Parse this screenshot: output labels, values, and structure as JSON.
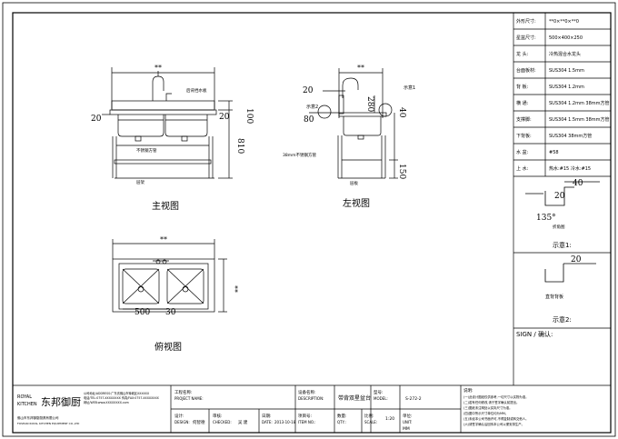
{
  "views": {
    "front": {
      "title": "主视图",
      "dim_width": "**",
      "dim_left": "20",
      "dim_right_20": "20",
      "dim_right_100": "100",
      "dim_height": "810",
      "label_backsplash": "后背挡水板",
      "label_pipe": "不锈钢方管",
      "label_undershelf": "层架"
    },
    "side": {
      "title": "左视图",
      "dim_width": "**",
      "dim_20": "20",
      "dim_80": "80",
      "dim_280": "280",
      "dim_40": "40",
      "dim_150": "150",
      "label_pipe": "38mm不锈钢方管",
      "label_shelf": "层板",
      "label_detail1": "示意1",
      "label_detail2": "示意2"
    },
    "top": {
      "title": "俯视图",
      "dim_width": "**",
      "dim_depth": "**",
      "dim_500": "500",
      "dim_30": "30"
    }
  },
  "specs": {
    "rows": [
      {
        "label": "外形尺寸:",
        "value": "**0×**0×**0"
      },
      {
        "label": "星盆尺寸:",
        "value": "500×400×250"
      },
      {
        "label": "龙  头:",
        "value": "冷热混合水龙头"
      },
      {
        "label": "台面板材:",
        "value": "SUS304 1.5mm"
      },
      {
        "label": "背  板:",
        "value": "SUS304 1.2mm"
      },
      {
        "label": "横  通:",
        "value": "SUS304 1.2mm 38mm方管"
      },
      {
        "label": "支撑脚:",
        "value": "SUS304 1.5mm 38mm方管"
      },
      {
        "label": "下背板:",
        "value": "SUS304 38mm方管"
      },
      {
        "label": "水  盆:",
        "value": "#58"
      },
      {
        "label": "上  水:",
        "value": "热水:#15  冷水:#15"
      }
    ]
  },
  "details": {
    "d1_40": "40",
    "d1_20": "20",
    "d1_angle": "135°",
    "d1_note": "折角图",
    "d1_caption": "示意1:",
    "d2_20": "20",
    "d2_note": "直背背板",
    "d2_caption": "示意2:",
    "sign_label": "SIGN / 确认:"
  },
  "title_block": {
    "logo_en_1": "ROYAL",
    "logo_en_2": "KITCHEN",
    "logo_cn": "东邦御厨",
    "company_lines": [
      "公司地址/ADDRESS:广东省佛山市禅城区XXXXXX",
      "电话/TEL:0757-XXXXXXXX 传真/FAX:0757-XXXXXXXX",
      "网址/WEB:www.XXXXXXXX.com"
    ],
    "company_cn": "佛山市东邦御厨厨具有限公司",
    "company_en": "FOSHAN ROYAL KITCHEN EQUIPMENT CO.,LTD",
    "project_label": "工程名称:",
    "project_label_en": "PROJECT NAME:",
    "design_label": "设计:",
    "design_label_en": "DESIGN:",
    "design_value": "何智德",
    "checked_label": "审核:",
    "checked_label_en": "CHECKED:",
    "checked_value": "吴 建",
    "date_label": "日期:",
    "date_label_en": "DATE:",
    "date_value": "2013-10-18",
    "desc_label": "设备名称:",
    "desc_label_en": "DESCRIPTION:",
    "desc_value": "带背双星盆台",
    "model_label": "型号:",
    "model_label_en": "MODEL:",
    "model_value": "S-272-2",
    "item_label": "项目号:",
    "item_label_en": "ITEM NO.:",
    "qty_label": "数量:",
    "qty_label_en": "QTY.:",
    "scale_label": "比例:",
    "scale_label_en": "SCALE:",
    "scale_value": "1:20",
    "unit_label": "单位:",
    "unit_label_en": "UNIT:",
    "unit_value": "MM",
    "notes_title": "说明:",
    "notes": [
      "(一)此设计图纸仅供参考,一切尺寸以实物为准。",
      "(二)若有任何修改,请于签字确认前提出。",
      "(三)图纸未注明处以实际尺寸为准。",
      "(四)图中所示尺寸单位均为MM。",
      "(五)未经本公司书面许可,不得复制或转交他人。",
      "(六)请签字确认后回传本公司以便安排生产。"
    ]
  }
}
